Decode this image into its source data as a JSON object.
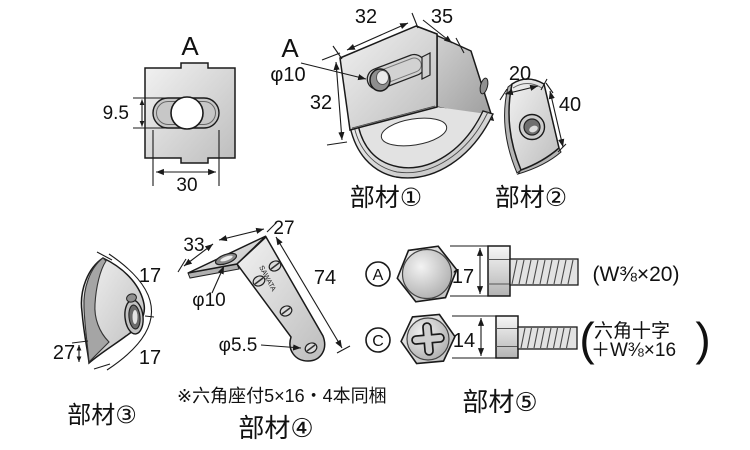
{
  "colors": {
    "line": "#1a1a1a",
    "metal_light": "#f0f0f0",
    "metal_dark": "#bdbdbd",
    "background": "#ffffff"
  },
  "view_a": {
    "label": "A",
    "slot_height": "9.5",
    "width": "30"
  },
  "part1": {
    "label": "部材①",
    "dim_top": "32",
    "dim_depth": "35",
    "dim_height": "32",
    "view_label": "A",
    "hole": "φ10"
  },
  "part2": {
    "label": "部材②",
    "dim_width": "20",
    "dim_length": "40"
  },
  "part3": {
    "label": "部材③",
    "dim_top": "17",
    "dim_bottom": "17",
    "dim_width": "27"
  },
  "part4": {
    "label": "部材④",
    "dim_flange": "33",
    "dim_top": "27",
    "dim_length": "74",
    "hole_large": "φ10",
    "hole_small": "φ5.5",
    "stamp": "SAWATA",
    "note": "※六角座付5×16・4本同梱"
  },
  "part5": {
    "label": "部材⑤",
    "bolt_a": {
      "tag": "A",
      "head": "17",
      "spec": "(W⅜×20)"
    },
    "bolt_c": {
      "tag": "C",
      "head": "14",
      "spec_line1": "六角十字",
      "spec_line2": "＋W⅜×16",
      "paren_open": "(",
      "paren_close": ")"
    }
  }
}
